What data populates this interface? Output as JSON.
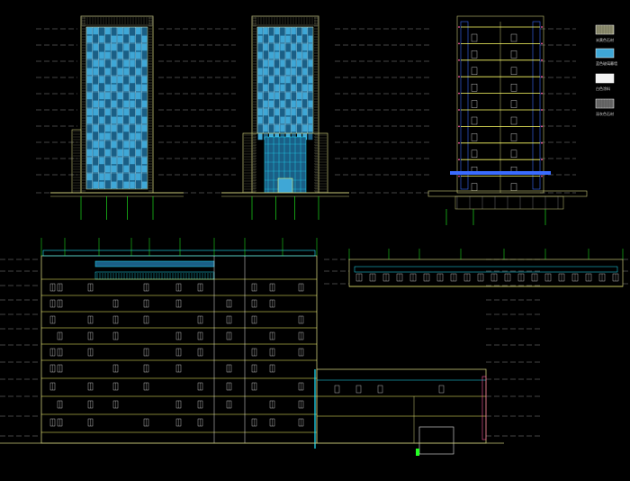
{
  "drawing": {
    "background": "#000000",
    "colors": {
      "frame": "#c8c878",
      "glass": "#3fa7d6",
      "glass_dark": "#1a5f86",
      "mullion": "#b8f0ff",
      "stone": "#8f8f6f",
      "axis": "#22ff22",
      "level": "#8a8a8a",
      "window": "#e6e6e6",
      "slab": "#ffff66",
      "cyan": "#22e6ff",
      "section_blue": "#3a6cff",
      "section_pink": "#ff5aa0"
    }
  },
  "legend": {
    "items": [
      {
        "swatch": "stone",
        "label": "米黄色石材"
      },
      {
        "swatch": "glass",
        "label": "蓝色玻璃幕墙"
      },
      {
        "swatch": "white",
        "label": "白色涂料"
      },
      {
        "swatch": "grey",
        "label": "深灰色石材"
      }
    ]
  },
  "views": [
    {
      "id": "elevation-front",
      "type": "tower-elevation"
    },
    {
      "id": "elevation-side",
      "type": "tower-elevation-with-podium"
    },
    {
      "id": "section-tower",
      "type": "building-section"
    },
    {
      "id": "elevation-long",
      "type": "long-elevation"
    },
    {
      "id": "elevation-roof-strip",
      "type": "partial-elevation"
    }
  ]
}
